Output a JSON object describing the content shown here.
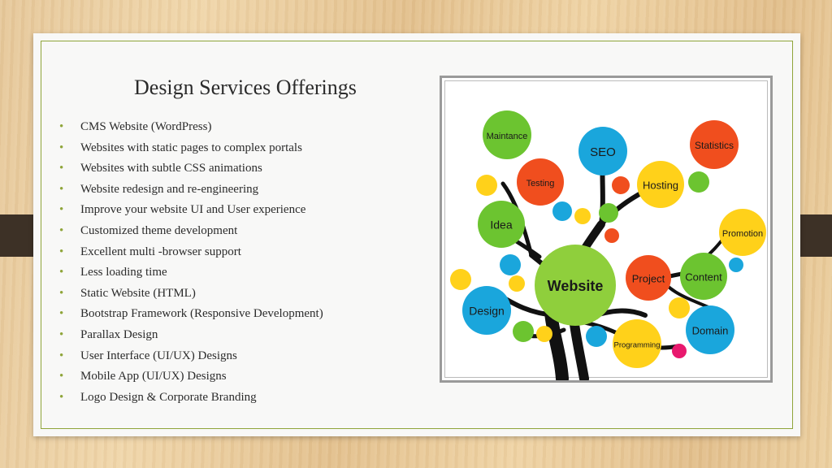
{
  "slide": {
    "title": "Design Services Offerings",
    "bullets": [
      "CMS Website (WordPress)",
      "Websites with static pages to complex portals",
      "Websites with subtle CSS animations",
      "Website redesign and re-engineering",
      "Improve your website UI and User experience",
      "Customized theme development",
      "Excellent multi -browser support",
      "Less loading time",
      "Static Website (HTML)",
      "Bootstrap Framework (Responsive Development)",
      "Parallax Design",
      "User Interface (UI/UX) Designs",
      "Mobile App (UI/UX) Designs",
      "Logo Design & Corporate Branding"
    ]
  },
  "tree": {
    "center": "Website",
    "nodes": {
      "maintance": "Maintance",
      "seo": "SEO",
      "statistics": "Statistics",
      "testing": "Testing",
      "hosting": "Hosting",
      "idea": "Idea",
      "promotion": "Promotion",
      "project": "Project",
      "content": "Content",
      "design": "Design",
      "domain": "Domain",
      "programming": "Programming"
    }
  },
  "colors": {
    "accent": "#8fa53a",
    "green": "#6cc430",
    "blue": "#1aa6dc",
    "orange": "#f04e1e",
    "yellow": "#ffd11a",
    "pink": "#e8196e",
    "trunk": "#111111"
  }
}
